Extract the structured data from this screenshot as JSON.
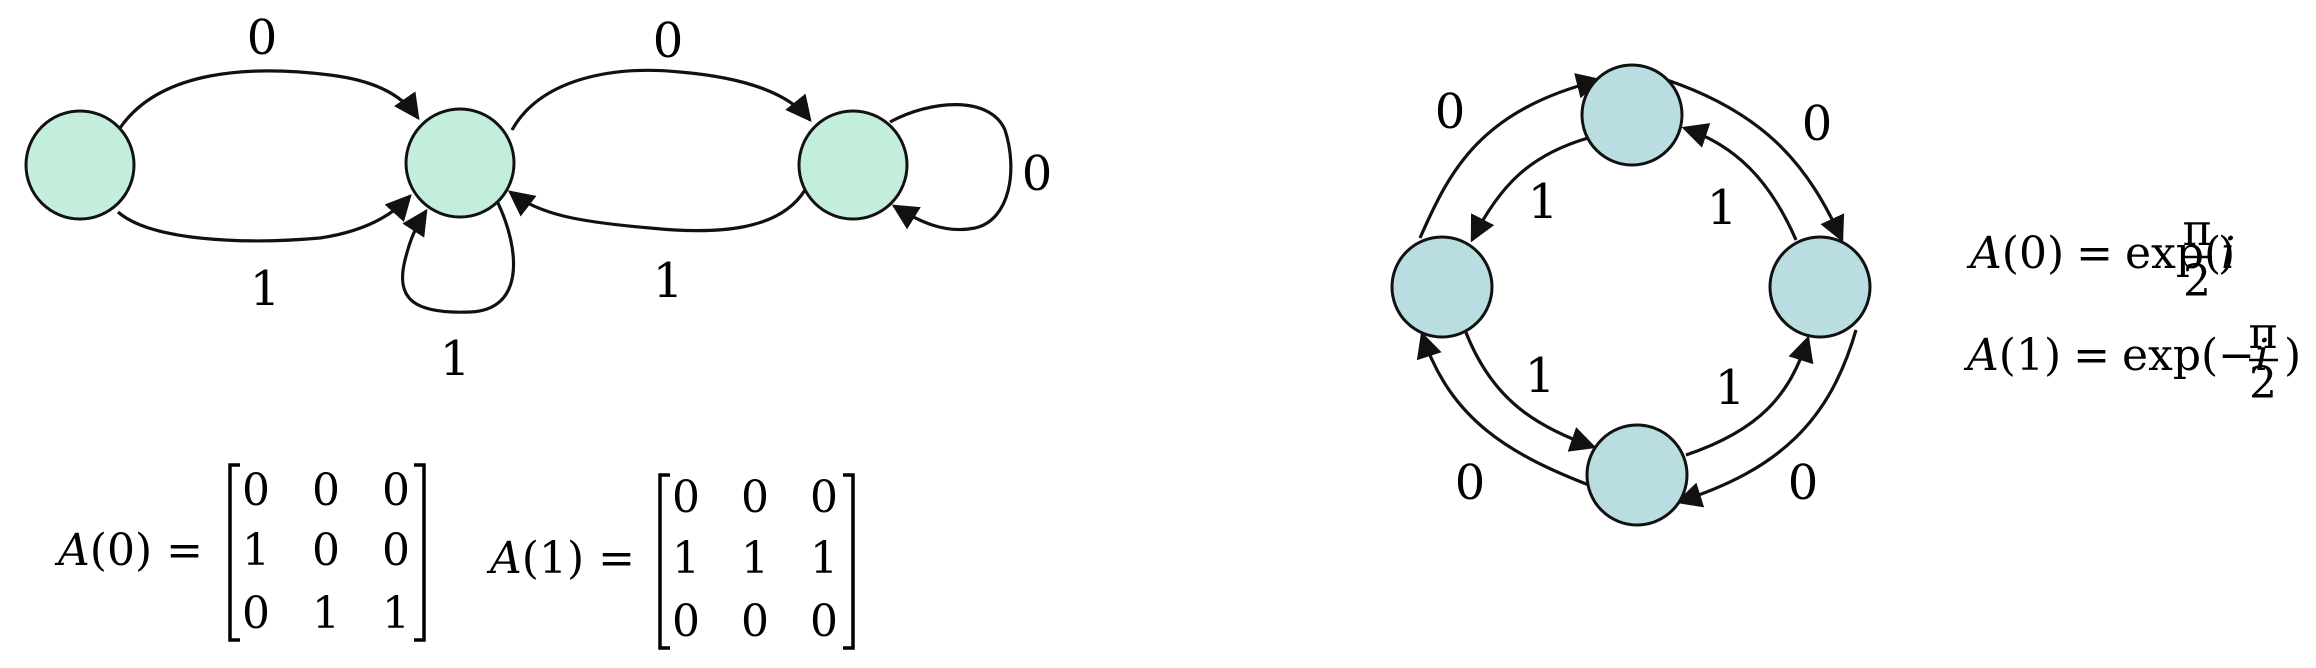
{
  "colors": {
    "left_node_fill": "#c4eedc",
    "right_node_fill": "#b9dde0",
    "stroke": "#111111"
  },
  "left_graph": {
    "edge_labels": {
      "a_to_b_top": "0",
      "a_to_b_bottom": "1",
      "b_self_loop": "1",
      "b_to_c_top": "0",
      "c_to_b_bottom": "1",
      "c_self_loop": "0"
    }
  },
  "right_graph": {
    "edge_labels": {
      "left_to_top_outer": "0",
      "top_to_left_inner": "1",
      "top_to_right_outer": "0",
      "right_to_top_inner": "1",
      "left_to_bottom_inner": "1",
      "bottom_to_left_outer": "0",
      "bottom_to_right_inner": "1",
      "right_to_bottom_outer": "0"
    }
  },
  "matrices": {
    "A0": {
      "lhs": "A",
      "arg": "(0)",
      "eq": "=",
      "rows": [
        [
          "0",
          "0",
          "0"
        ],
        [
          "1",
          "0",
          "0"
        ],
        [
          "0",
          "1",
          "1"
        ]
      ]
    },
    "A1": {
      "lhs": "A",
      "arg": "(1)",
      "eq": "=",
      "rows": [
        [
          "0",
          "0",
          "0"
        ],
        [
          "1",
          "1",
          "1"
        ],
        [
          "0",
          "0",
          "0"
        ]
      ]
    }
  },
  "formulas": {
    "f0": {
      "lhs": "A",
      "arg": "(0)",
      "eq": "=",
      "fn": "exp(",
      "pre": "i",
      "num": "π",
      "den": "2",
      "close": ")"
    },
    "f1": {
      "lhs": "A",
      "arg": "(1)",
      "eq": "=",
      "fn": "exp(",
      "pre": "−i",
      "num": "π",
      "den": "2",
      "close": ")"
    }
  }
}
